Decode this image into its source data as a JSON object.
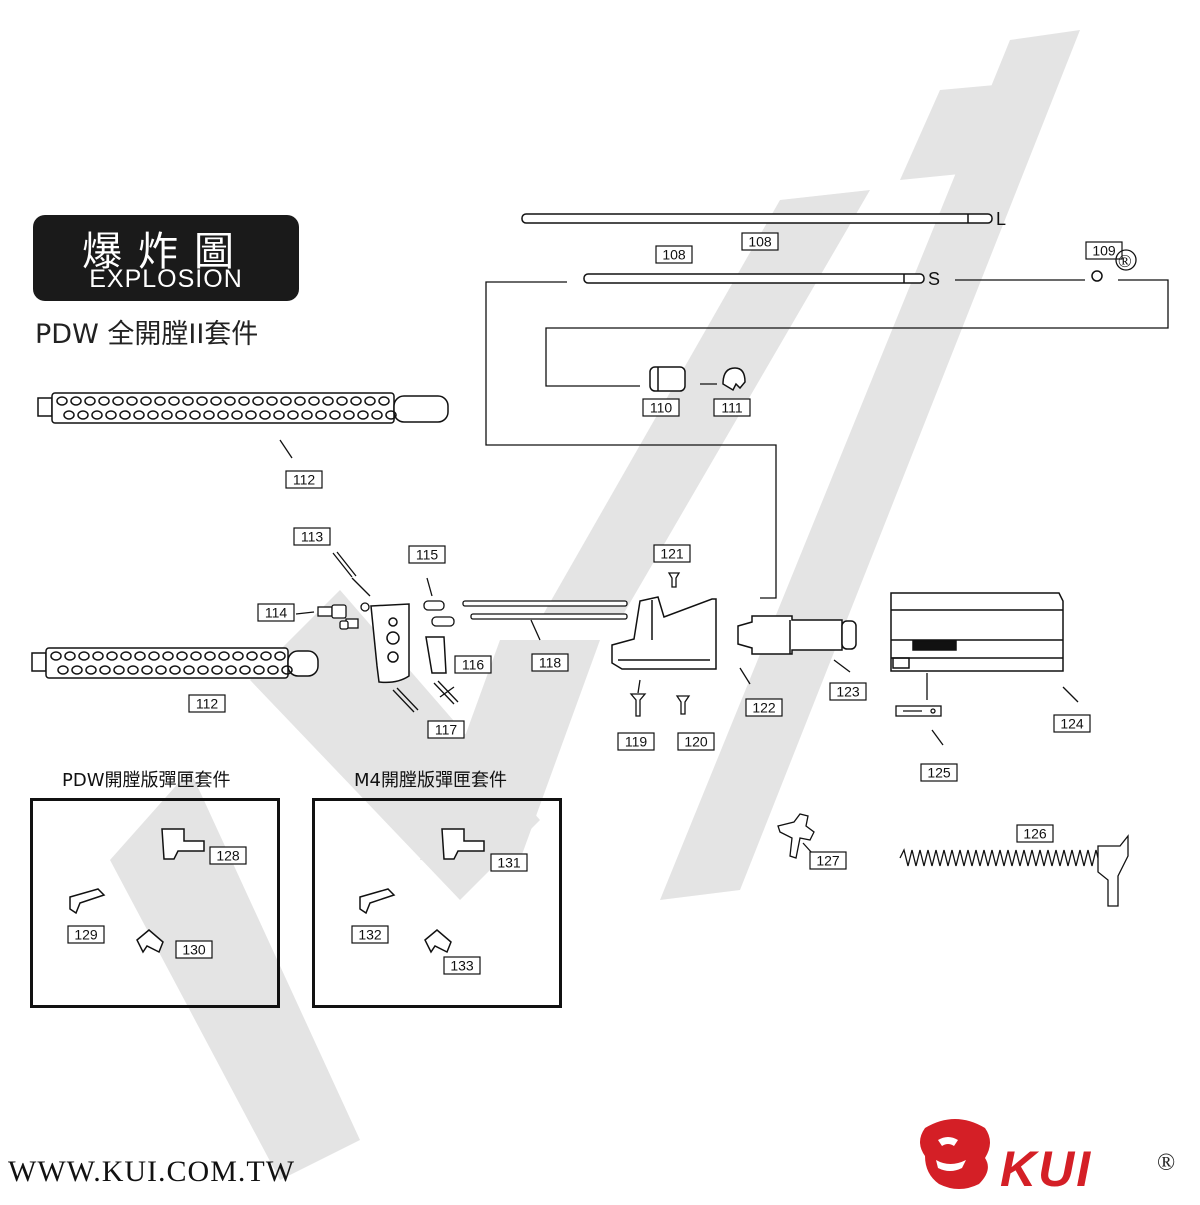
{
  "header": {
    "title_cn": "爆炸圖",
    "title_en": "EXPLOSION",
    "subtitle": "PDW 全開膛II套件"
  },
  "parts": [
    {
      "label": "108"
    },
    {
      "label": "108"
    },
    {
      "label": "109"
    },
    {
      "label": "110"
    },
    {
      "label": "111"
    },
    {
      "label": "112"
    },
    {
      "label": "112"
    },
    {
      "label": "113"
    },
    {
      "label": "114"
    },
    {
      "label": "115"
    },
    {
      "label": "116"
    },
    {
      "label": "117"
    },
    {
      "label": "118"
    },
    {
      "label": "119"
    },
    {
      "label": "120"
    },
    {
      "label": "121"
    },
    {
      "label": "122"
    },
    {
      "label": "123"
    },
    {
      "label": "124"
    },
    {
      "label": "125"
    },
    {
      "label": "126"
    },
    {
      "label": "127"
    },
    {
      "label": "128"
    },
    {
      "label": "129"
    },
    {
      "label": "130"
    },
    {
      "label": "131"
    },
    {
      "label": "132"
    },
    {
      "label": "133"
    }
  ],
  "rod_markers": {
    "long": "L",
    "short": "S",
    "registered": "®"
  },
  "kits": {
    "pdw_title": "PDW開膛版彈匣套件",
    "m4_title": "M4開膛版彈匣套件"
  },
  "footer": {
    "url": "WWW.KUI.COM.TW",
    "brand": "KUI",
    "brand_mark": "®"
  },
  "colors": {
    "ink": "#111111",
    "watermark": "#e2e2e2",
    "title_bg": "#1a1a1a",
    "brand_red": "#d41f26"
  }
}
